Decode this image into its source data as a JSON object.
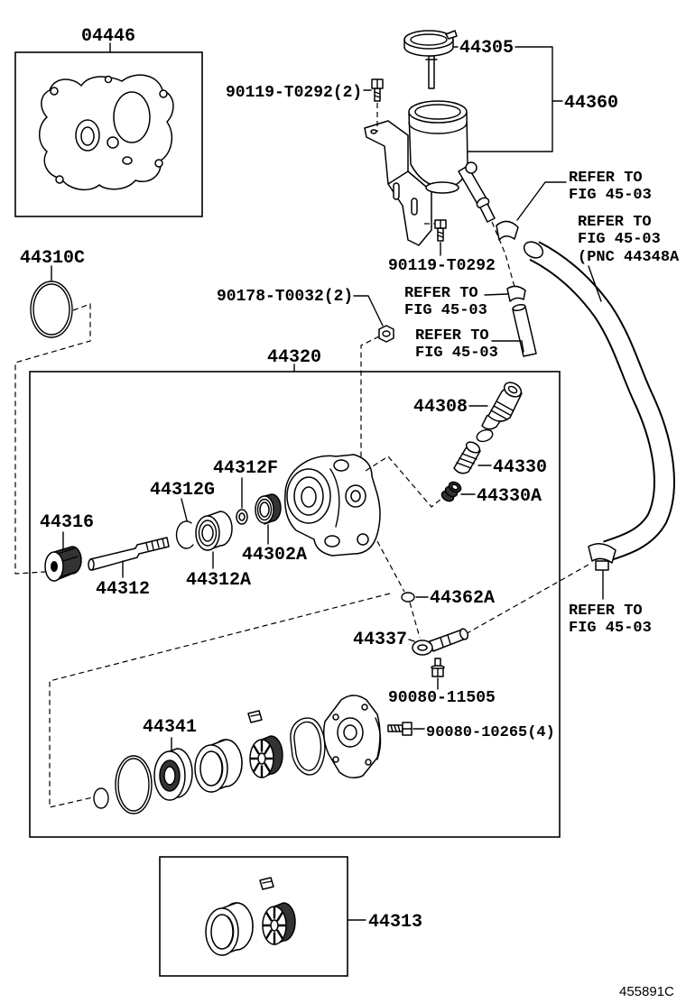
{
  "diagram": {
    "code": "455891C",
    "line_color": "#000000",
    "background": "#ffffff"
  },
  "callouts": {
    "gasket_kit": "04446",
    "cap": "44305",
    "bolt_top": "90119-T0292(2)",
    "reservoir": "44360",
    "o_ring": "44310C",
    "bolt_bracket": "90119-T0292",
    "nut": "90178-T0032(2)",
    "pump_assembly": "44320",
    "connector": "44308",
    "ring_small": "44312F",
    "valve": "44330",
    "snap_ring": "44312G",
    "spring": "44330A",
    "bushing": "44316",
    "seal": "44302A",
    "bearing": "44312A",
    "shaft": "44312",
    "fitting_o_ring": "44362A",
    "fitting": "44337",
    "fitting_bolt": "90080-11505",
    "side_plate": "44341",
    "housing_bolt": "90080-10265(4)",
    "cam_ring_kit": "44313"
  },
  "references": [
    {
      "line1": "REFER TO",
      "line2": "FIG 45-03"
    },
    {
      "line1": "REFER TO",
      "line2": "FIG 45-03",
      "line3": "(PNC 44348A"
    },
    {
      "line1": "REFER TO",
      "line2": "FIG 45-03"
    },
    {
      "line1": "REFER TO",
      "line2": "FIG 45-03"
    },
    {
      "line1": "REFER TO",
      "line2": "FIG 45-03"
    }
  ]
}
